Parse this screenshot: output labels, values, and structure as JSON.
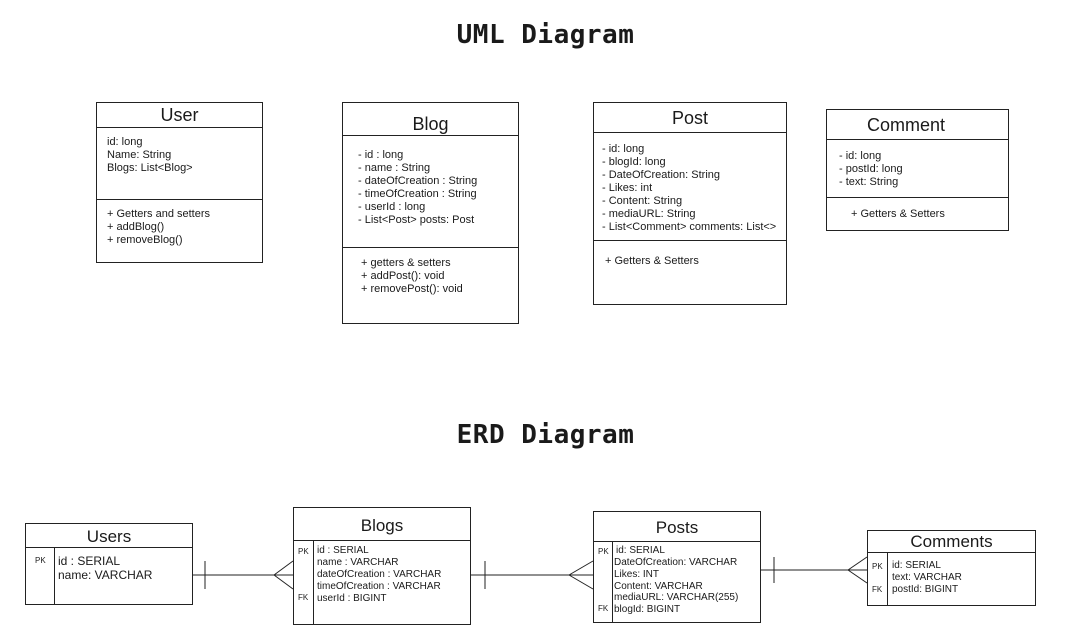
{
  "uml": {
    "heading": "UML Diagram",
    "classes": {
      "user": {
        "name": "User",
        "attributes": [
          "id: long",
          "Name: String",
          "Blogs: List<Blog>"
        ],
        "methods": [
          "+ Getters and setters",
          "+ addBlog()",
          "+ removeBlog()"
        ]
      },
      "blog": {
        "name": "Blog",
        "attributes": [
          "- id : long",
          "- name : String",
          "- dateOfCreation : String",
          "- timeOfCreation : String",
          "- userId : long",
          "- List<Post> posts: Post"
        ],
        "methods": [
          "+ getters & setters",
          "+ addPost(): void",
          "+ removePost(): void"
        ]
      },
      "post": {
        "name": "Post",
        "attributes": [
          "- id: long",
          "- blogId: long",
          "- DateOfCreation: String",
          "- Likes: int",
          "- Content: String",
          "- mediaURL: String",
          "- List<Comment> comments: List<>"
        ],
        "methods": [
          "+ Getters & Setters"
        ]
      },
      "comment": {
        "name": "Comment",
        "attributes": [
          "- id: long",
          "- postId: long",
          "- text: String"
        ],
        "methods": [
          "+ Getters & Setters"
        ]
      }
    }
  },
  "erd": {
    "heading": "ERD Diagram",
    "entities": {
      "users": {
        "name": "Users",
        "pk_label": "PK",
        "fields": [
          "id : SERIAL",
          "name: VARCHAR"
        ]
      },
      "blogs": {
        "name": "Blogs",
        "pk_label": "PK",
        "fk_label": "FK",
        "fields": [
          "id : SERIAL",
          "name : VARCHAR",
          "dateOfCreation : VARCHAR",
          "timeOfCreation : VARCHAR",
          "userId : BIGINT"
        ]
      },
      "posts": {
        "name": "Posts",
        "pk_label": "PK",
        "fk_label": "FK",
        "fields": [
          "id: SERIAL",
          "DateOfCreation: VARCHAR",
          "Likes: INT",
          "Content: VARCHAR",
          "mediaURL: VARCHAR(255)",
          "blogId: BIGINT"
        ]
      },
      "comments": {
        "name": "Comments",
        "pk_label": "PK",
        "fk_label": "FK",
        "fields": [
          "id: SERIAL",
          "text: VARCHAR",
          "postId: BIGINT"
        ]
      }
    },
    "relationships": [
      "users-blogs one-to-many",
      "blogs-posts one-to-many",
      "posts-comments one-to-many"
    ]
  }
}
